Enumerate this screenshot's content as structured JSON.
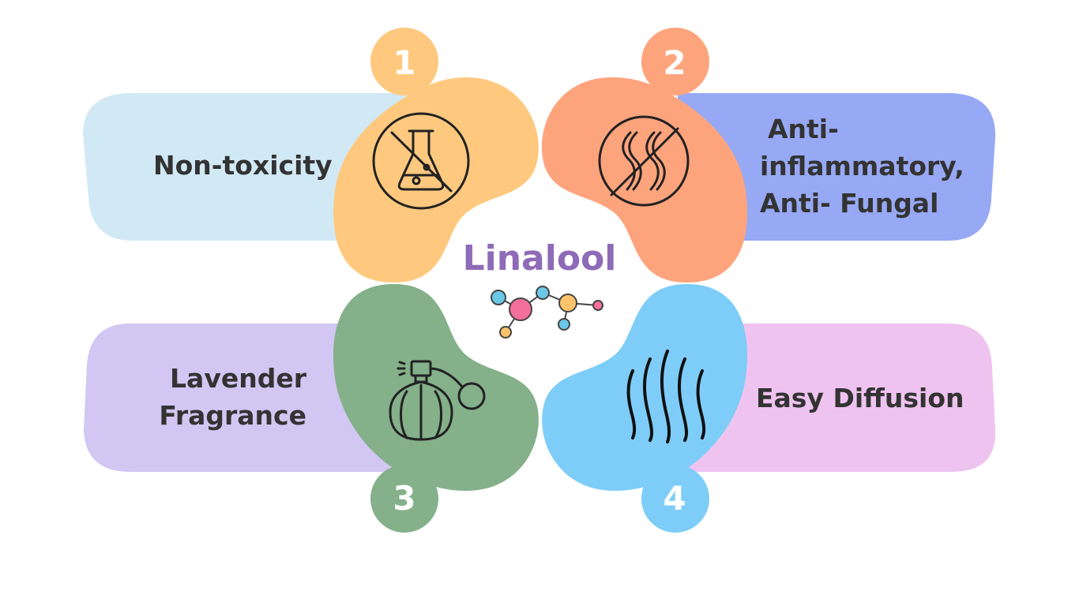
{
  "title": "Linalool",
  "colors": {
    "title": "#8e6bb8",
    "card1": "#d1e9f5",
    "card2": "#97a9f4",
    "card3": "#d2c6f2",
    "card4": "#efc3f0",
    "blob1": "#fec97f",
    "blob2": "#fea47d",
    "blob3": "#84b08a",
    "blob4": "#7ecdf8",
    "text": "#333333"
  },
  "items": [
    {
      "number": "1",
      "lines": [
        "Non-toxicity"
      ],
      "icon": "no-chemicals-flask-icon"
    },
    {
      "number": "2",
      "lines": [
        "Anti-",
        "inflammatory,",
        "Anti- Fungal"
      ],
      "icon": "no-fungus-icon"
    },
    {
      "number": "3",
      "lines": [
        "Lavender",
        "Fragrance"
      ],
      "icon": "perfume-bottle-icon"
    },
    {
      "number": "4",
      "lines": [
        "Easy Diffusion"
      ],
      "icon": "diffusion-waves-icon"
    }
  ]
}
